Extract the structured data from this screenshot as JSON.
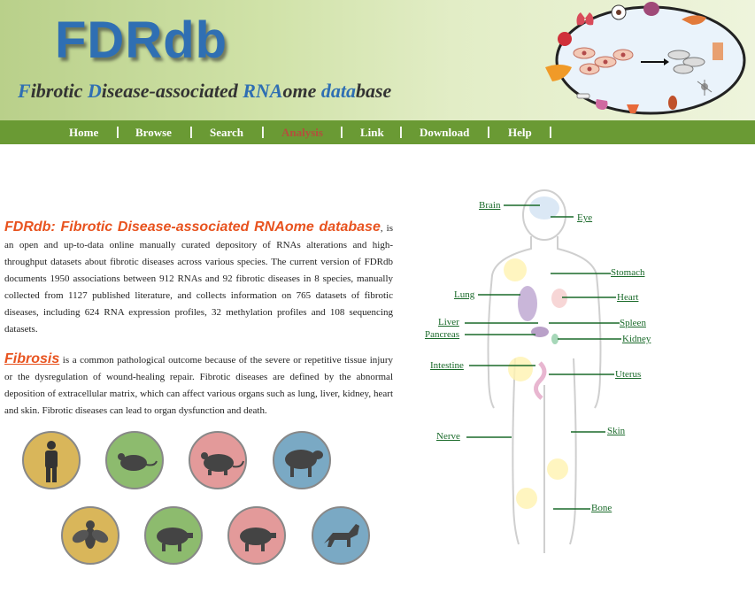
{
  "header": {
    "logo": "FDRdb",
    "subtitle_parts": [
      "F",
      "ibrotic ",
      "D",
      "isease-associated ",
      "RNA",
      "ome ",
      "data",
      "base"
    ]
  },
  "nav": {
    "items": [
      {
        "label": "Home"
      },
      {
        "label": "Browse"
      },
      {
        "label": "Search"
      },
      {
        "label": "Analysis",
        "active": true
      },
      {
        "label": "Link"
      },
      {
        "label": "Download"
      },
      {
        "label": "Help"
      }
    ],
    "separator": "|"
  },
  "intro": {
    "highlight": "FDRdb: Fibrotic Disease-associated RNAome database",
    "text": ", is an open and up-to-data online manually curated depository of RNAs alterations and high-throughput datasets about fibrotic diseases across various species. The current version of FDRdb documents 1950 associations between 912 RNAs and 92 fibrotic diseases in 8 species, manually collected from 1127 published literature, and collects information on 765 datasets of fibrotic diseases, including 624 RNA expression profiles, 32 methylation profiles and 108 sequencing datasets."
  },
  "fibrosis": {
    "highlight": "Fibrosis",
    "text": " is a common pathological outcome because of the severe or repetitive tissue injury or the dysregulation of wound-healing repair. Fibrotic diseases are defined by the abnormal deposition of extracellular matrix, which can affect various organs such as lung, liver, kidney, heart and skin. Fibrotic diseases can lead to organ dysfunction and death."
  },
  "species": [
    {
      "name": "human-icon",
      "color": "#d9b65a"
    },
    {
      "name": "mouse-icon",
      "color": "#8dbb6e"
    },
    {
      "name": "rat-icon",
      "color": "#e39a9a"
    },
    {
      "name": "sheep-icon",
      "color": "#7aa9c4"
    },
    {
      "name": "fly-icon",
      "color": "#d9b65a"
    },
    {
      "name": "pig-icon",
      "color": "#8dbb6e"
    },
    {
      "name": "pig-pink-icon",
      "color": "#e39a9a"
    },
    {
      "name": "dog-icon",
      "color": "#7aa9c4"
    }
  ],
  "organs": {
    "brain": "Brain",
    "eye": "Eye",
    "stomach": "Stomach",
    "lung": "Lung",
    "heart": "Heart",
    "liver": "Liver",
    "spleen": "Spleen",
    "pancreas": "Pancreas",
    "kidney": "Kidney",
    "intestine": "Intestine",
    "uterus": "Uterus",
    "skin": "Skin",
    "nerve": "Nerve",
    "bone": "Bone"
  },
  "colors": {
    "nav_bg": "#6a9a34",
    "active": "#b3503c",
    "highlight": "#e8531f",
    "link": "#1a6a2a",
    "logo": "#2f6fb3"
  }
}
